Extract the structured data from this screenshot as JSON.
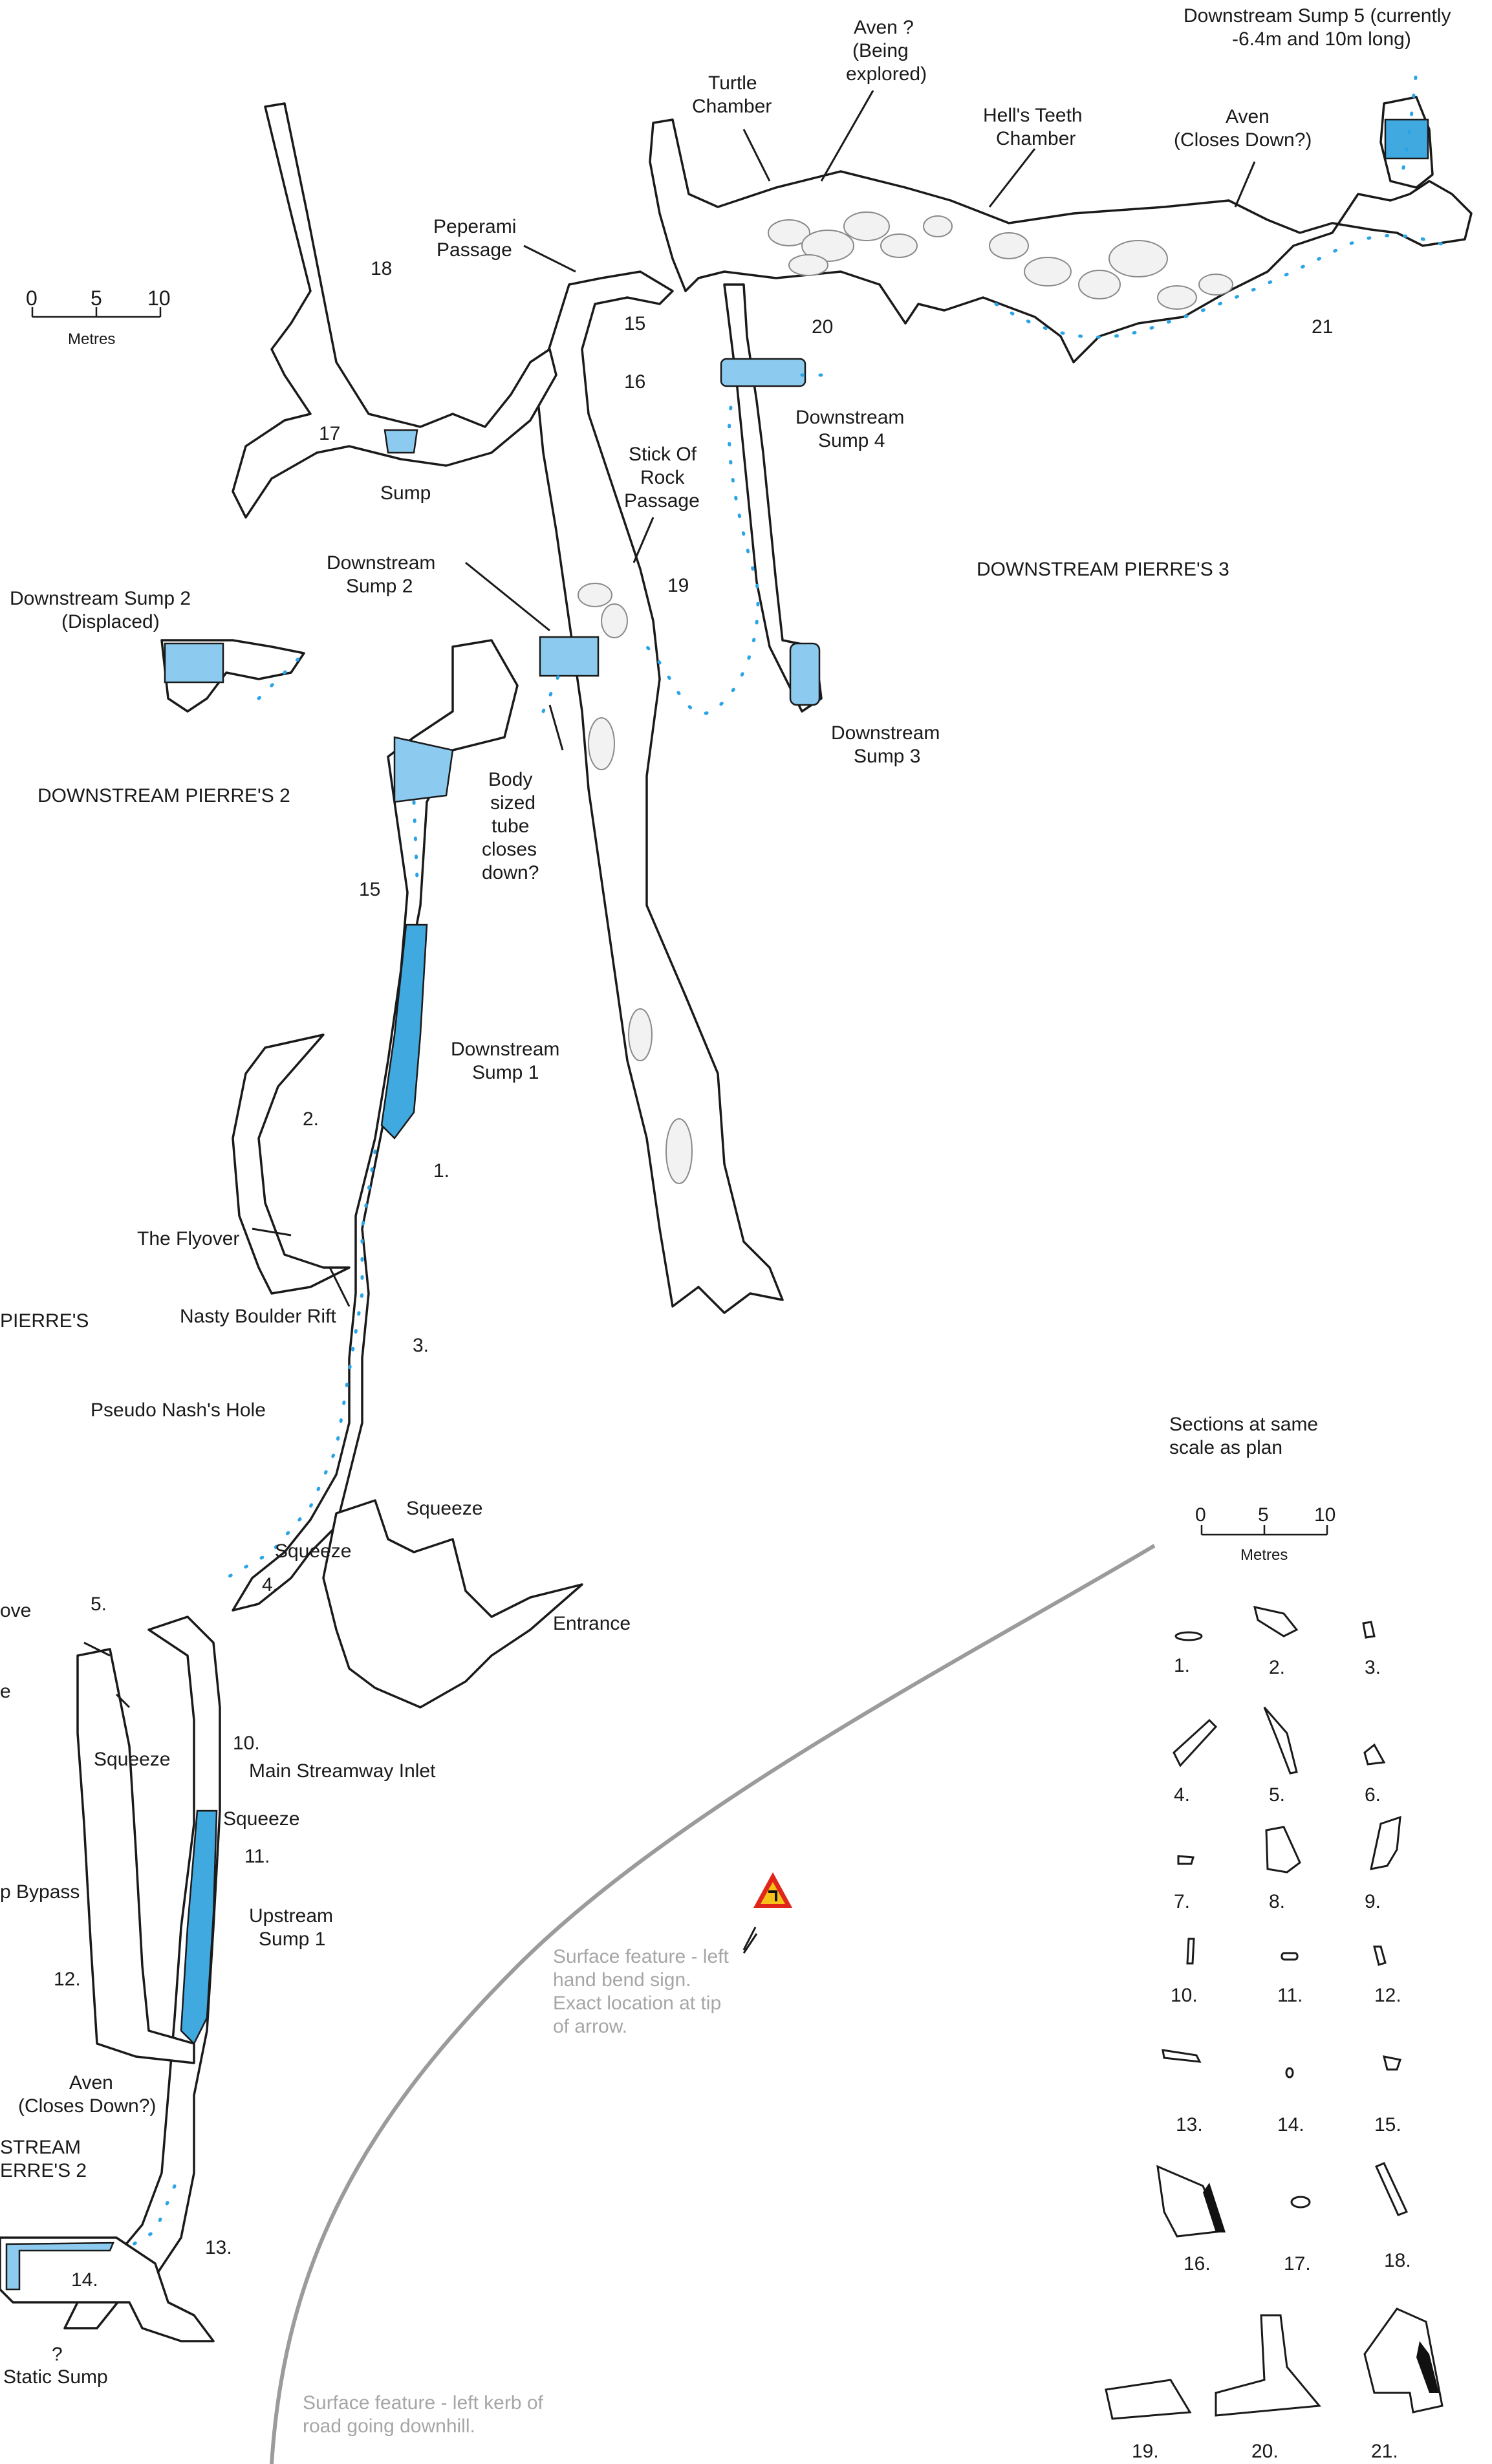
{
  "labels": {
    "aven_being_explored": [
      "Aven ?",
      "(Being",
      "explored)"
    ],
    "turtle_chamber": [
      "Turtle",
      "Chamber"
    ],
    "hells_teeth_chamber": [
      "Hell's Teeth",
      "Chamber"
    ],
    "aven_closes_down_top": [
      "Aven",
      "(Closes Down?)"
    ],
    "downstream_sump_5": [
      "Downstream Sump 5 (currently",
      "-6.4m and 10m long)"
    ],
    "peperami_passage": [
      "Peperami",
      "Passage"
    ],
    "downstream_sump_4": [
      "Downstream",
      "Sump 4"
    ],
    "stick_of_rock_passage": [
      "Stick Of",
      "Rock",
      "Passage"
    ],
    "downstream_pierres_3": "DOWNSTREAM PIERRE'S 3",
    "sump": "Sump",
    "downstream_sump_2": [
      "Downstream",
      "Sump 2"
    ],
    "downstream_sump_2_displaced": [
      "Downstream Sump 2",
      "(Displaced)"
    ],
    "downstream_sump_3": [
      "Downstream",
      "Sump 3"
    ],
    "downstream_pierres_2": "DOWNSTREAM PIERRE'S 2",
    "body_sized_tube": [
      "Body",
      "sized",
      "tube",
      "closes",
      "down?"
    ],
    "downstream_sump_1": [
      "Downstream",
      "Sump 1"
    ],
    "the_flyover": "The Flyover",
    "nasty_boulder_rift": "Nasty Boulder Rift",
    "pierres": "PIERRE'S",
    "pseudo_nashs_hole": "Pseudo Nash's Hole",
    "squeeze": "Squeeze",
    "entrance": "Entrance",
    "ove": "ove",
    "e": "e",
    "main_streamway_inlet": "Main Streamway Inlet",
    "p_bypass": "p Bypass",
    "upstream_sump_1": [
      "Upstream",
      "Sump 1"
    ],
    "aven_closes_down_bottom": [
      "Aven",
      "(Closes Down?)"
    ],
    "stream_erres_2": [
      "STREAM",
      "ERRE'S 2"
    ],
    "question_mark": "?",
    "static_sump": "Static Sump"
  },
  "scale_bar": {
    "ticks": [
      "0",
      "5",
      "10"
    ],
    "unit": "Metres"
  },
  "sections_panel": {
    "title": [
      "Sections at same",
      "scale as plan"
    ],
    "scale_ticks": [
      "0",
      "5",
      "10"
    ],
    "scale_unit": "Metres",
    "section_numbers": [
      "1.",
      "2.",
      "3.",
      "4.",
      "5.",
      "6.",
      "7.",
      "8.",
      "9.",
      "10.",
      "11.",
      "12.",
      "13.",
      "14.",
      "15.",
      "16.",
      "17.",
      "18.",
      "19.",
      "20.",
      "21."
    ]
  },
  "plan_station_numbers": [
    "18",
    "17",
    "15",
    "16",
    "20",
    "21",
    "19",
    "15",
    "2.",
    "1.",
    "3.",
    "4.",
    "5.",
    "10.",
    "11.",
    "12.",
    "13.",
    "14."
  ],
  "surface_features": {
    "sign_note": [
      "Surface feature - left",
      "hand bend sign.",
      "Exact location at tip",
      "of arrow."
    ],
    "kerb_note": [
      "Surface feature - left kerb of",
      "road going downhill."
    ]
  },
  "colors": {
    "water": "#3fa9e0",
    "water_light": "#8ccbef",
    "flow_arrows": "#2aa4e6",
    "outline": "#1a1a1a",
    "surface_grey": "#a6a6a6",
    "sign_red": "#e0261b",
    "sign_yellow": "#f6c21a"
  },
  "icons": {
    "flow": "water-flow-arrow-icon",
    "sign": "left-bend-warning-sign-icon"
  }
}
